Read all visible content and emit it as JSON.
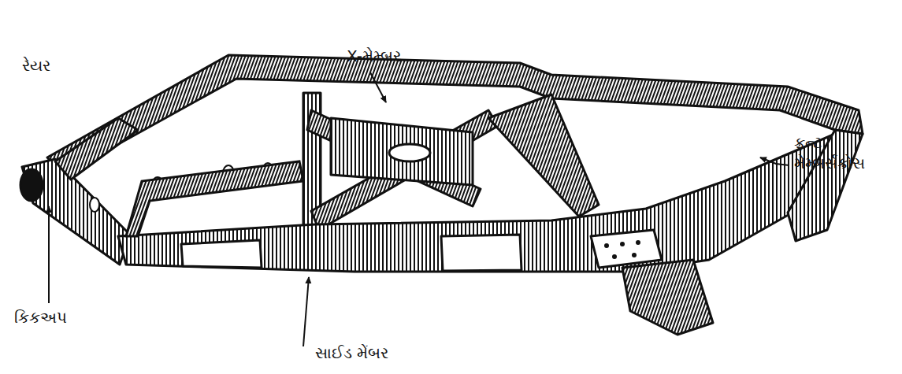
{
  "diagram": {
    "labels": [
      "રેયર",
      "X-મેમ્બર",
      "કિકઅપ",
      "સાઈડ મેંબર",
      "ફ્રન્ટ મેમ્બર્સક્રોસ"
    ]
  }
}
